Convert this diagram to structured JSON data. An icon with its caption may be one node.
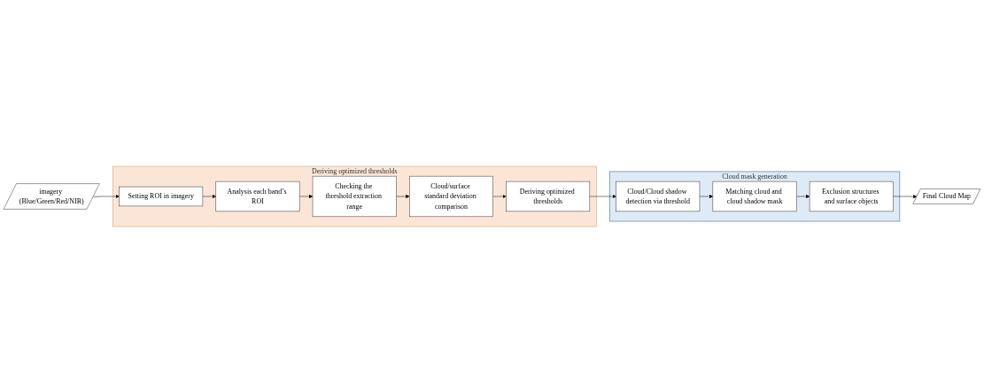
{
  "diagram": {
    "nodes": [
      {
        "text": [
          "imagery (Blue/Green/Red/NIR)"
        ]
      },
      {
        "text": [
          "Deriving optimized thresholds"
        ]
      },
      {
        "text": [
          "Setting ROI in imagery"
        ],
        "in": 1
      },
      {
        "text": [
          "Analysis each band’s ROI"
        ],
        "in": 1
      },
      {
        "text": [
          "Checking the threshold extraction range"
        ],
        "in": 1
      },
      {
        "text": [
          "Cloud/surface standard deviation comparison"
        ],
        "in": 1
      },
      {
        "text": [
          "Deriving optimized thresholds"
        ],
        "in": 1
      },
      {
        "text": [
          "Cloud mask generation"
        ]
      },
      {
        "text": [
          "Cloud/Cloud shadow detection via threshold"
        ],
        "in": 7
      },
      {
        "text": [
          "Matching cloud and cloud shadow mask"
        ],
        "in": 7
      },
      {
        "text": [
          "Exclusion structures and surface objects"
        ],
        "in": 7
      },
      {
        "text": [
          "Final Cloud Map"
        ]
      }
    ],
    "edges": [
      {
        "from": 0,
        "to": 2,
        "arrow": "to"
      },
      {
        "from": 2,
        "to": 3,
        "arrow": "to"
      },
      {
        "from": 3,
        "to": 4,
        "arrow": "to"
      },
      {
        "from": 4,
        "to": 5,
        "arrow": "to"
      },
      {
        "from": 5,
        "to": 6,
        "arrow": "to"
      },
      {
        "from": 6,
        "to": 8,
        "arrow": "to"
      },
      {
        "from": 8,
        "to": 9,
        "arrow": "to"
      },
      {
        "from": 9,
        "to": 10,
        "arrow": "to"
      },
      {
        "from": 10,
        "to": 11,
        "arrow": "to"
      }
    ]
  }
}
